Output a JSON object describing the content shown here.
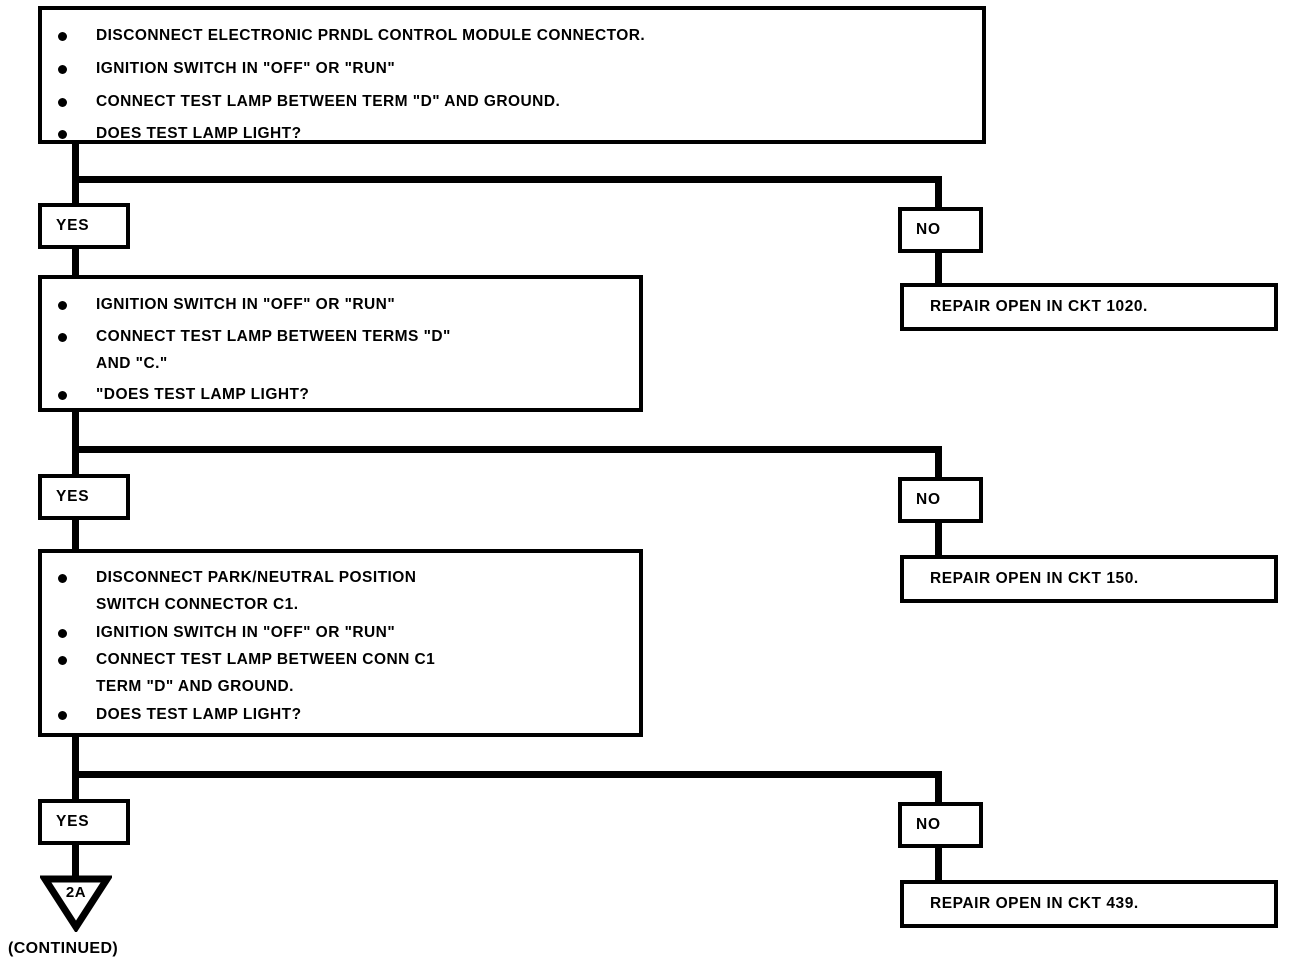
{
  "diagram": {
    "type": "diagnostic-flowchart",
    "title": "",
    "steps": [
      {
        "id": "step-1",
        "items": [
          "DISCONNECT ELECTRONIC PRNDL CONTROL MODULE CONNECTOR.",
          "IGNITION SWITCH IN \"OFF\" OR \"RUN\"",
          "CONNECT TEST LAMP BETWEEN TERM \"D\" AND GROUND.",
          "DOES TEST LAMP LIGHT?"
        ]
      },
      {
        "id": "step-2",
        "items": [
          "IGNITION SWITCH IN \"OFF\" OR \"RUN\"",
          "CONNECT TEST LAMP BETWEEN TERMS \"D\"",
          "\"DOES TEST LAMP LIGHT?"
        ],
        "item_continuations": {
          "1": "AND \"C.\""
        }
      },
      {
        "id": "step-3",
        "items": [
          "DISCONNECT  PARK/NEUTRAL POSITION",
          "IGNITION SWITCH IN \"OFF\" OR \"RUN\"",
          "CONNECT TEST LAMP BETWEEN CONN C1",
          "DOES TEST LAMP LIGHT?"
        ],
        "item_continuations": {
          "0": "SWITCH CONNECTOR C1.",
          "2": "TERM \"D\" AND GROUND."
        }
      }
    ],
    "branches": [
      {
        "id": "branch-1",
        "yes_label": "YES",
        "no_label": "NO",
        "no_action": "REPAIR OPEN IN CKT 1020."
      },
      {
        "id": "branch-2",
        "yes_label": "YES",
        "no_label": "NO",
        "no_action": "REPAIR OPEN IN CKT 150."
      },
      {
        "id": "branch-3",
        "yes_label": "YES",
        "no_label": "NO",
        "no_action": "REPAIR OPEN IN CKT 439."
      }
    ],
    "off_page_connector": {
      "label": "2A",
      "caption": "(CONTINUED)"
    },
    "colors": {
      "ink": "#000000",
      "paper": "#ffffff"
    }
  }
}
